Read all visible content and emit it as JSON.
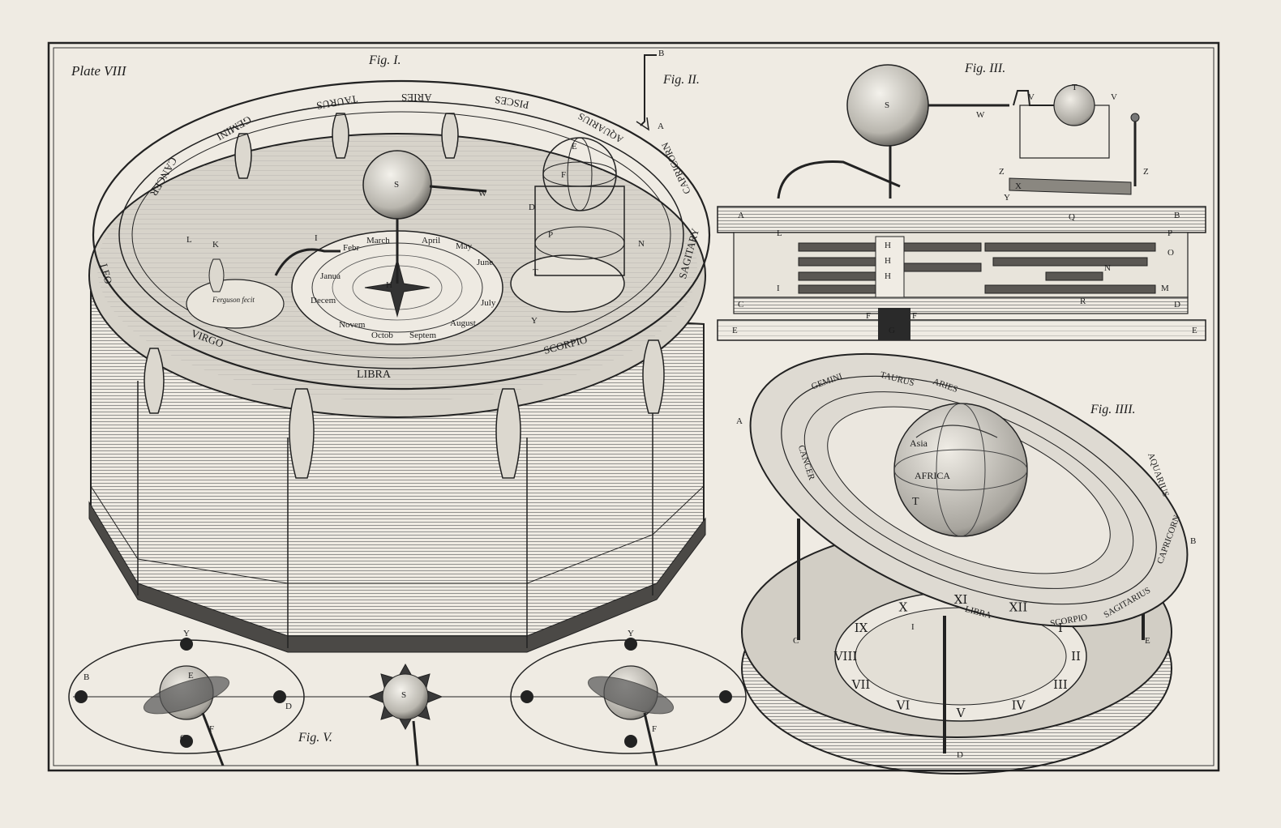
{
  "plate_title": "Plate VIII",
  "figures": {
    "fig1": "Fig. I.",
    "fig2": "Fig. II.",
    "fig3": "Fig. III.",
    "fig4": "Fig. IIII.",
    "fig5": "Fig. V."
  },
  "zodiac_fig1": [
    "ARIES",
    "TAURUS",
    "GEMINI",
    "CANCER",
    "LEO",
    "VIRGO",
    "LIBRA",
    "SCORPIO",
    "SAGITARY",
    "CAPRICORN",
    "AQUARIUS",
    "PISCES"
  ],
  "months_fig1": [
    "Janua",
    "Febr",
    "March",
    "April",
    "May",
    "June",
    "July",
    "August",
    "Septem",
    "Octob",
    "Novem",
    "Decem"
  ],
  "zodiac_fig4": [
    "ARIES",
    "TAURUS",
    "GEMINI",
    "CANCER",
    "LIBRA",
    "SCORPIO",
    "SAGITARIUS",
    "CAPRICORN",
    "AQUARIUS"
  ],
  "globe_labels": [
    "Asia",
    "AFRICA",
    "T"
  ],
  "roman_numerals": [
    "XI",
    "XII",
    "I",
    "II",
    "III",
    "IV",
    "V",
    "VI",
    "VII",
    "VIII",
    "IX",
    "X"
  ],
  "fig1_letters": [
    "S",
    "W",
    "L",
    "K",
    "H",
    "I",
    "T",
    "D",
    "N",
    "Y",
    "E",
    "F",
    "P"
  ],
  "fig2_letters": [
    "B",
    "A"
  ],
  "fig3_letters": [
    "S",
    "W",
    "T",
    "V",
    "Z",
    "X",
    "Y",
    "A",
    "B",
    "L",
    "H",
    "P",
    "O",
    "N",
    "M",
    "I",
    "C",
    "D",
    "E",
    "F",
    "G",
    "Q",
    "R"
  ],
  "fig4_letters": [
    "A",
    "B",
    "C",
    "D",
    "E",
    "I"
  ],
  "fig5_letters": [
    "Y",
    "B",
    "D",
    "C",
    "F",
    "E",
    "S"
  ],
  "fig1_signature": "Ferguson fecit"
}
